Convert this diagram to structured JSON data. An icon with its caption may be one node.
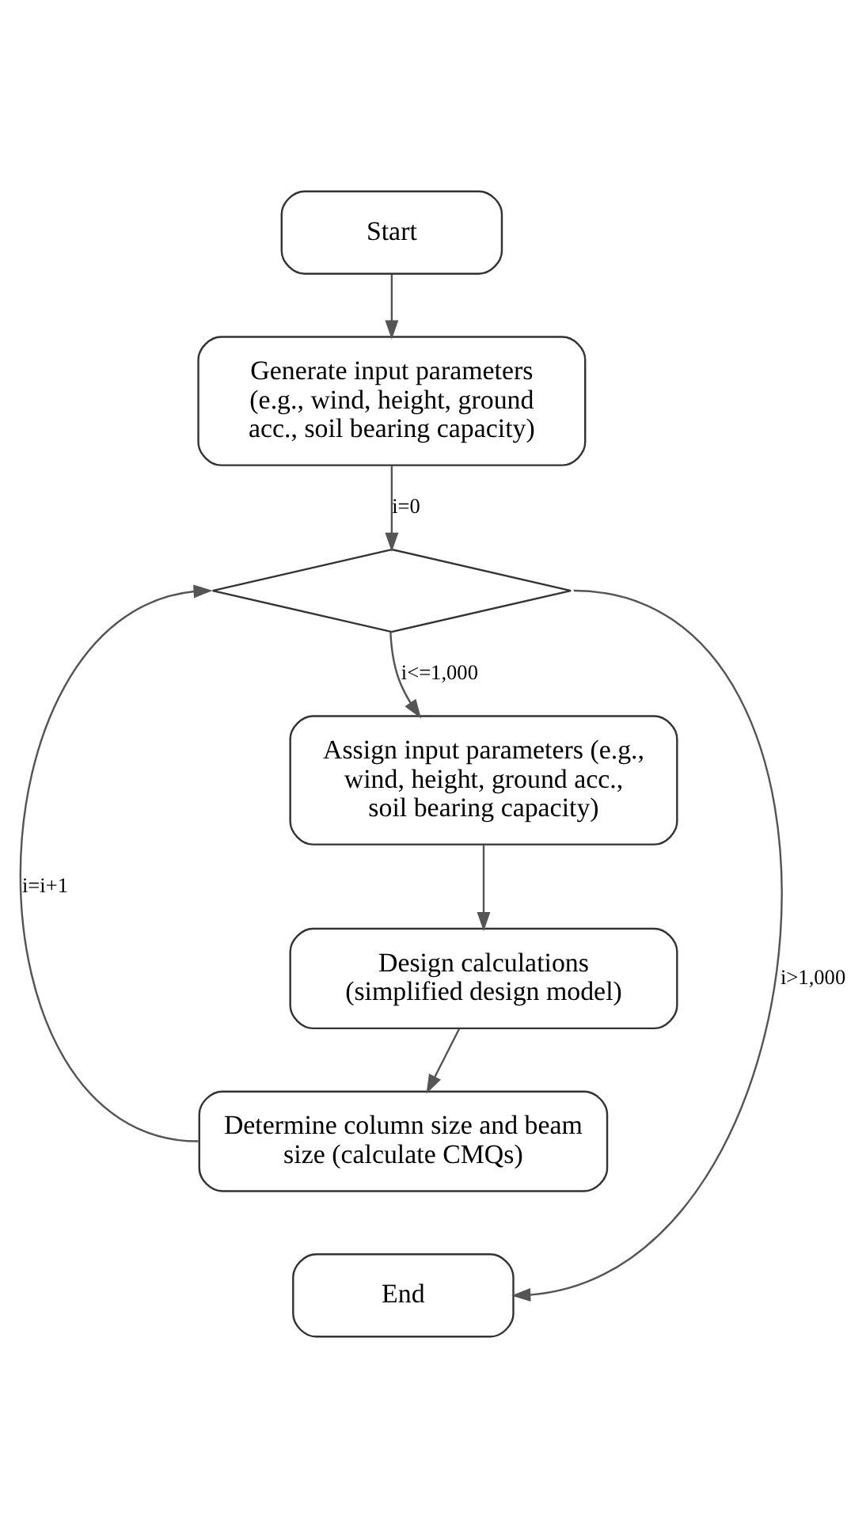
{
  "diagram": {
    "nodes": [
      {
        "text": [
          "Start"
        ]
      },
      {
        "text": [
          "Generate input parameters  (e.g., wind, height, ground acc., soil bearing capacity)"
        ]
      },
      {
        "text": [],
        "shape": "diamond"
      },
      {
        "text": [
          "Assign input parameters (e.g., wind, height, ground acc., soil bearing capacity)"
        ]
      },
      {
        "text": [
          "Design calculations (simplified design model)"
        ]
      },
      {
        "text": [
          "Determine column size and beam size (calculate CMQs)"
        ]
      },
      {
        "text": [
          "End"
        ]
      }
    ],
    "edges": [
      {
        "from": 0,
        "to": 1,
        "arrow": "to"
      },
      {
        "from": 1,
        "to": 2,
        "arrow": "to",
        "label": "i=0"
      },
      {
        "from": 2,
        "to": 3,
        "arrow": "to",
        "label": "i<=1,000"
      },
      {
        "from": 3,
        "to": 4,
        "arrow": "to"
      },
      {
        "from": 4,
        "to": 5,
        "arrow": "to"
      },
      {
        "from": 5,
        "to": 2,
        "arrow": "to",
        "label": "i=i+1"
      },
      {
        "from": 2,
        "to": 6,
        "arrow": "to",
        "label": "i>1,000"
      }
    ]
  }
}
